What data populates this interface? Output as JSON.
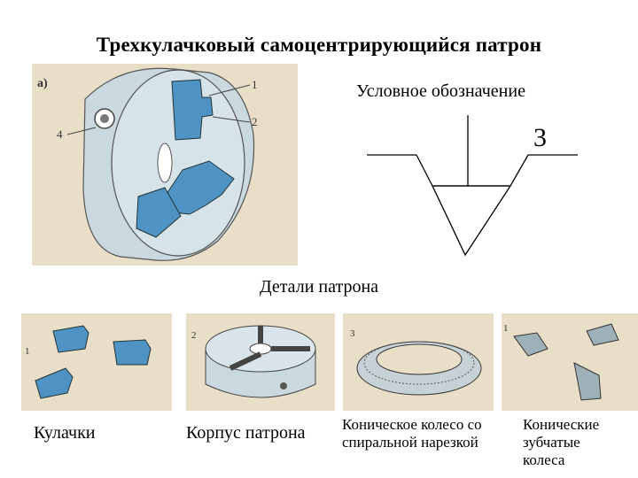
{
  "title": "Трехкулачковый самоцентрирующийся патрон",
  "figure": {
    "label": "а)",
    "callouts": [
      "1",
      "2",
      "4"
    ]
  },
  "symbol": {
    "caption": "Условное обозначение",
    "number": "3"
  },
  "details": {
    "caption": "Детали патрона",
    "parts": [
      {
        "num": "1",
        "label": "Кулачки"
      },
      {
        "num": "2",
        "label": "Корпус патрона"
      },
      {
        "num": "3",
        "label": "Коническое колесо со\nспиральной нарезкой"
      },
      {
        "num": "1",
        "label": "Конические\nзубчатые\nколеса"
      }
    ]
  },
  "colors": {
    "paper": "#e9dfc9",
    "steel": "#c9d9df",
    "jaw_blue": "#4f93c4",
    "ink": "#2b2b2b"
  }
}
